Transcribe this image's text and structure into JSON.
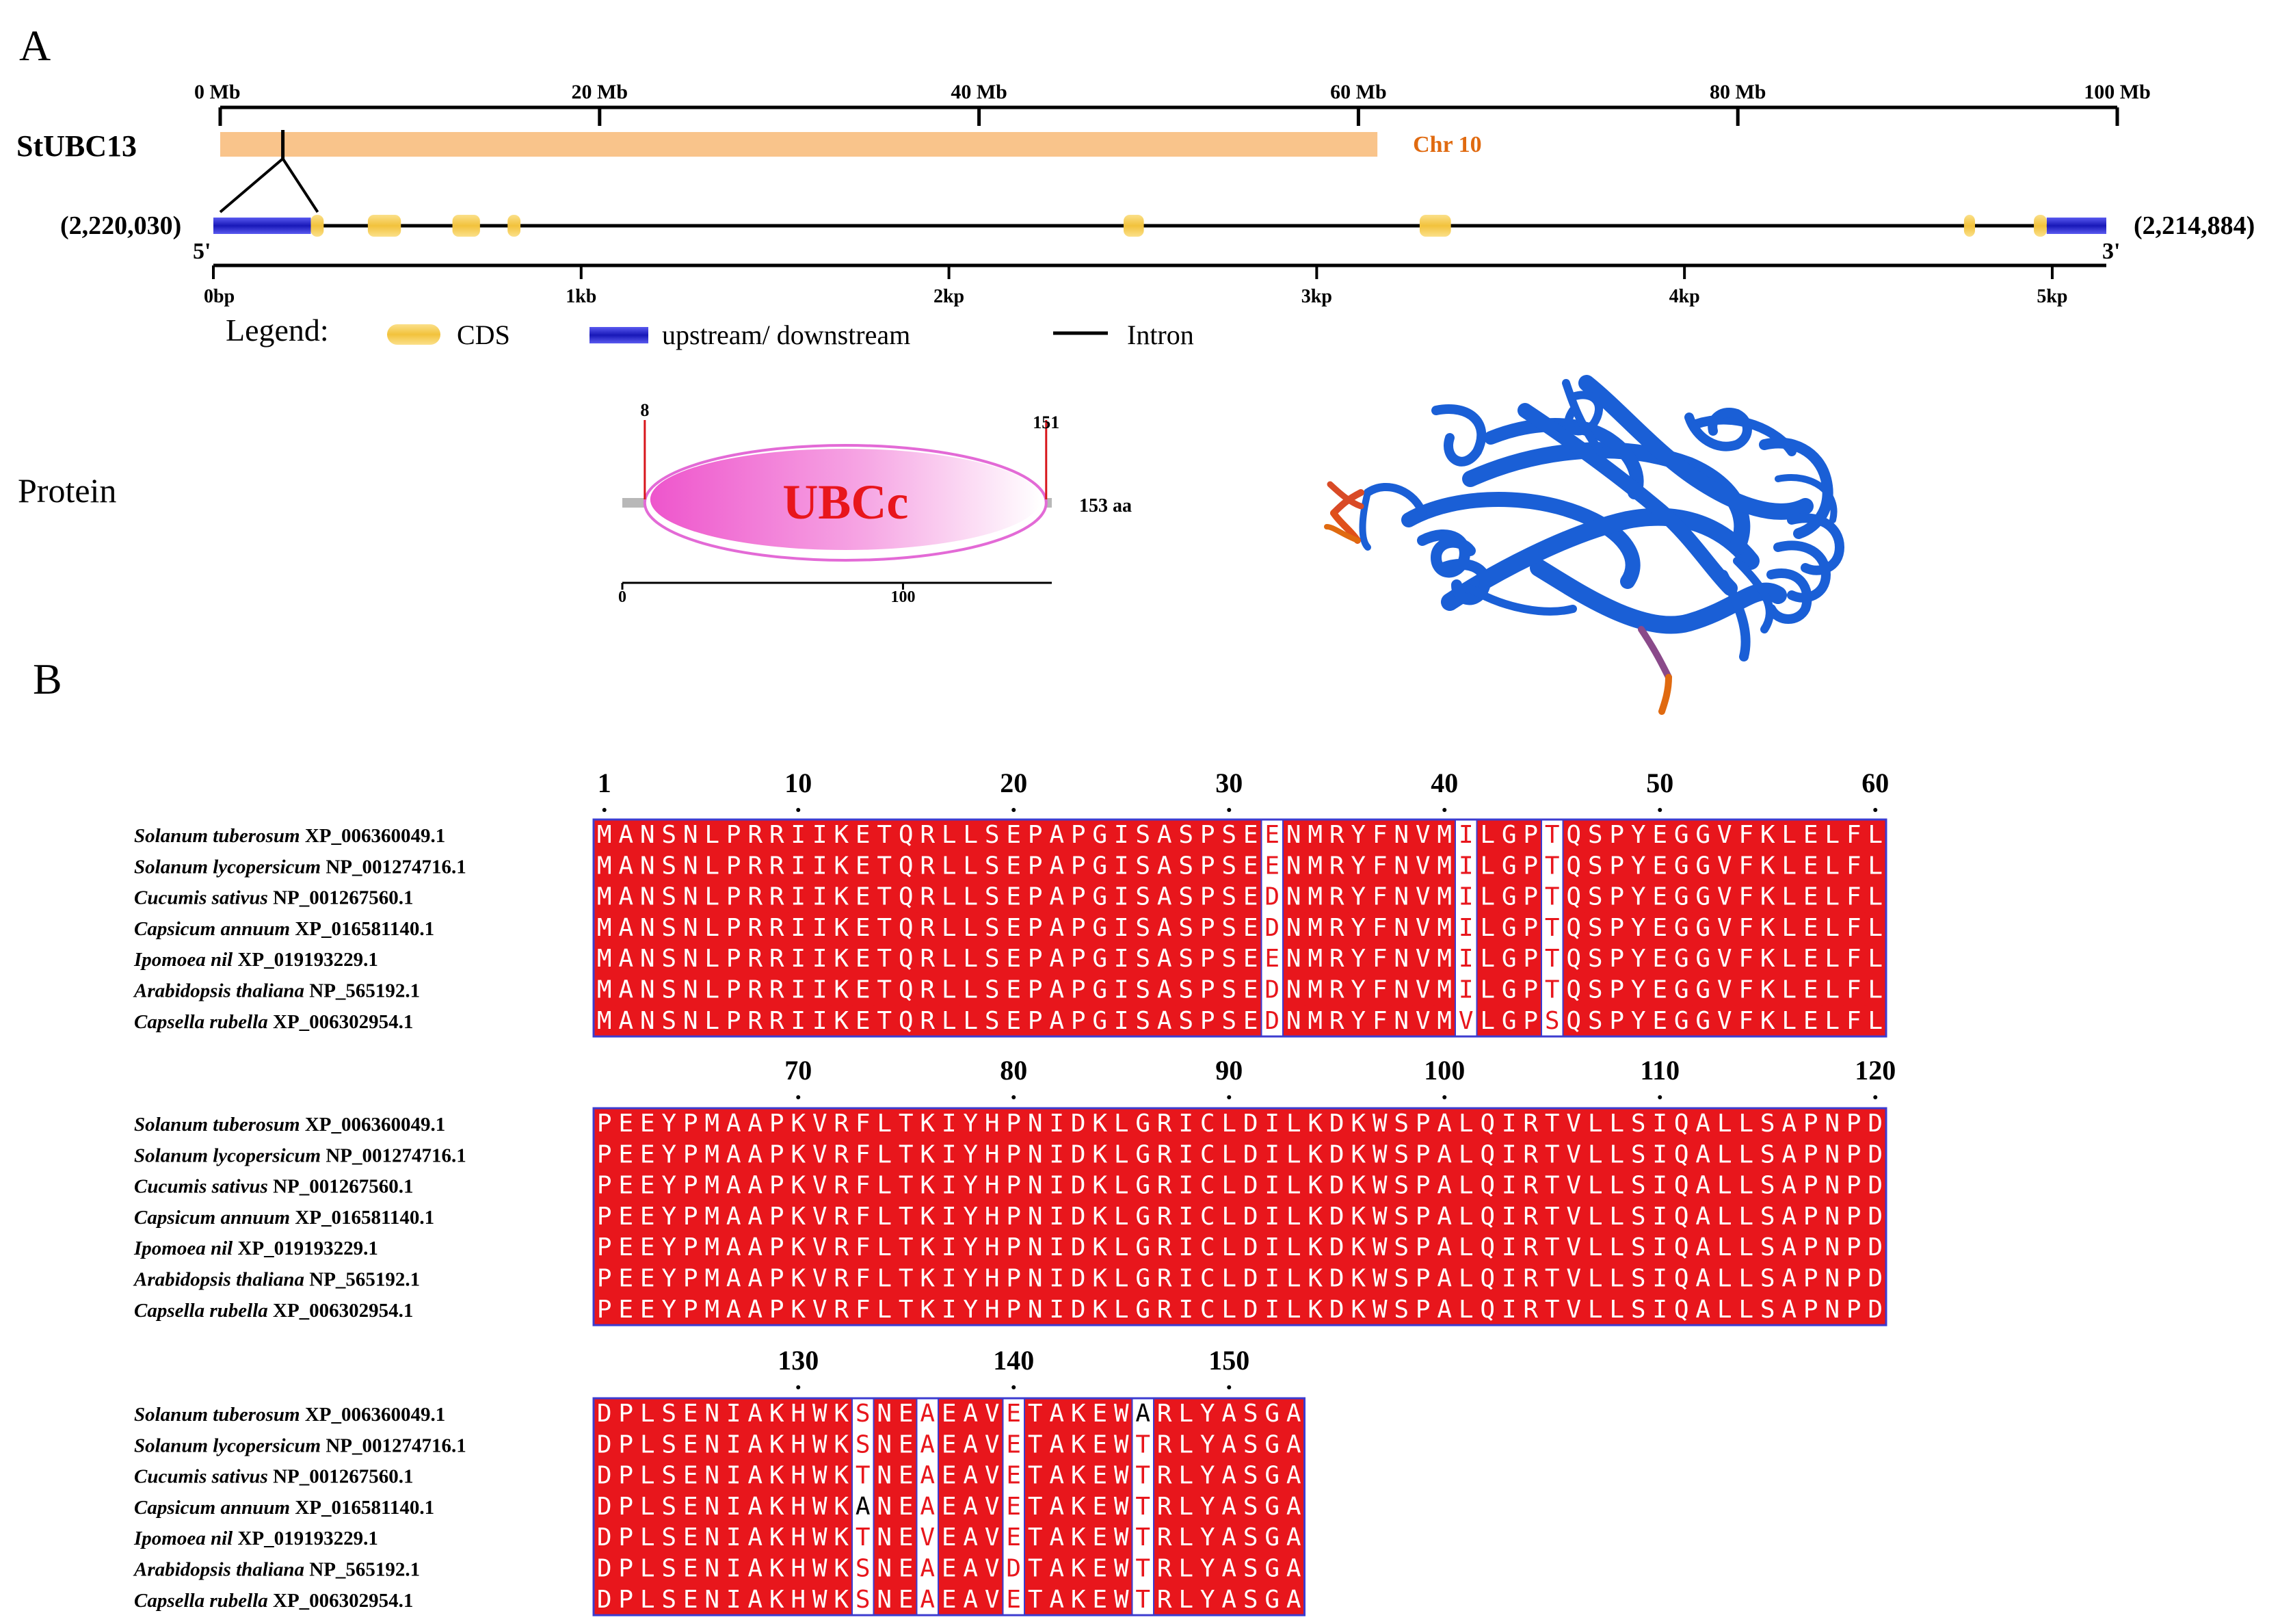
{
  "panel_a": {
    "label": "A",
    "gene": "StUBC13",
    "chromosome_ruler": {
      "ticks": [
        {
          "value": 0,
          "label": "0 Mb"
        },
        {
          "value": 20,
          "label": "20 Mb"
        },
        {
          "value": 40,
          "label": "40 Mb"
        },
        {
          "value": 60,
          "label": "60 Mb"
        },
        {
          "value": 80,
          "label": "80 Mb"
        },
        {
          "value": 100,
          "label": "100 Mb"
        }
      ],
      "max": 100,
      "chromosome_length": 61,
      "gene_position": 2.22,
      "chromosome_label": "Chr 10",
      "chromosome_color": "#f9c48b",
      "label_color": "#e06a10"
    },
    "gene_model": {
      "left_coord": "(2,220,030)",
      "right_coord": "(2,214,884)",
      "five_prime": "5'",
      "three_prime": "3'",
      "length_bp": 5147,
      "upstream": [
        0,
        265
      ],
      "downstream": [
        4985,
        5147
      ],
      "cds": [
        [
          265,
          300
        ],
        [
          420,
          510
        ],
        [
          650,
          725
        ],
        [
          800,
          835
        ],
        [
          2475,
          2530
        ],
        [
          3280,
          3365
        ],
        [
          4760,
          4790
        ],
        [
          4950,
          4985
        ]
      ],
      "ticks": [
        {
          "value": 0,
          "label": "0bp"
        },
        {
          "value": 1000,
          "label": "1kb"
        },
        {
          "value": 2000,
          "label": "2kp"
        },
        {
          "value": 3000,
          "label": "3kp"
        },
        {
          "value": 4000,
          "label": "4kp"
        },
        {
          "value": 5000,
          "label": "5kp"
        }
      ],
      "cds_color": "#f6cc55",
      "utr_color": "#2424c8"
    },
    "legend": {
      "title": "Legend:",
      "cds": "CDS",
      "utr": "upstream/ downstream",
      "intron": "Intron"
    },
    "protein": {
      "row_label": "Protein",
      "domain": "UBCc",
      "start": 8,
      "end": 151,
      "start_label": "8",
      "end_label": "151",
      "length": 153,
      "length_label": "153 aa",
      "axis_ticks": [
        {
          "value": 0,
          "label": "0"
        },
        {
          "value": 100,
          "label": "100"
        }
      ],
      "domain_text_color": "#e8161c",
      "domain_color": "#ee66cc"
    },
    "structure": {
      "name": "3d-structure",
      "ribbon_color": "#1a5fd6",
      "terminus_color": "#e0501a"
    }
  },
  "panel_b": {
    "label": "B",
    "species": [
      {
        "name": "Solanum tuberosum",
        "acc": "XP_006360049.1"
      },
      {
        "name": "Solanum lycopersicum",
        "acc": "NP_001274716.1"
      },
      {
        "name": "Cucumis sativus",
        "acc": "NP_001267560.1"
      },
      {
        "name": "Capsicum annuum",
        "acc": "XP_016581140.1"
      },
      {
        "name": "Ipomoea nil",
        "acc": "XP_019193229.1"
      },
      {
        "name": "Arabidopsis thaliana",
        "acc": "NP_565192.1"
      },
      {
        "name": "Capsella rubella",
        "acc": "XP_006302954.1"
      }
    ],
    "blocks": [
      {
        "start": 1,
        "ticks": [
          1,
          10,
          20,
          30,
          40,
          50,
          60
        ],
        "sequences": [
          "MANSNLPRRIIKETQRLLSEPAPGISASPSEENMRYFNVMILGPTQSPYEGGVFKLELFL",
          "MANSNLPRRIIKETQRLLSEPAPGISASPSEENMRYFNVMILGPTQSPYEGGVFKLELFL",
          "MANSNLPRRIIKETQRLLSEPAPGISASPSEDNMRYFNVMILGPTQSPYEGGVFKLELFL",
          "MANSNLPRRIIKETQRLLSEPAPGISASPSEDNMRYFNVMILGPTQSPYEGGVFKLELFL",
          "MANSNLPRRIIKETQRLLSEPAPGISASPSEENMRYFNVMILGPTQSPYEGGVFKLELFL",
          "MANSNLPRRIIKETQRLLSEPAPGISASPSEDNMRYFNVMILGPTQSPYEGGVFKLELFL",
          "MANSNLPRRIIKETQRLLSEPAPGISASPSEDNMRYFNVMVLGPSQSPYEGGVFKLELFL"
        ],
        "similar_columns": [
          31,
          40,
          44
        ],
        "different_cells": []
      },
      {
        "start": 61,
        "ticks": [
          70,
          80,
          90,
          100,
          110,
          120
        ],
        "sequences": [
          "PEEYPMAAPKVRFLTKIYHPNIDKLGRICLDILKDKWSPALQIRTVLLSIQALLSAPNPD",
          "PEEYPMAAPKVRFLTKIYHPNIDKLGRICLDILKDKWSPALQIRTVLLSIQALLSAPNPD",
          "PEEYPMAAPKVRFLTKIYHPNIDKLGRICLDILKDKWSPALQIRTVLLSIQALLSAPNPD",
          "PEEYPMAAPKVRFLTKIYHPNIDKLGRICLDILKDKWSPALQIRTVLLSIQALLSAPNPD",
          "PEEYPMAAPKVRFLTKIYHPNIDKLGRICLDILKDKWSPALQIRTVLLSIQALLSAPNPD",
          "PEEYPMAAPKVRFLTKIYHPNIDKLGRICLDILKDKWSPALQIRTVLLSIQALLSAPNPD",
          "PEEYPMAAPKVRFLTKIYHPNIDKLGRICLDILKDKWSPALQIRTVLLSIQALLSAPNPD"
        ],
        "similar_columns": [],
        "different_cells": []
      },
      {
        "start": 121,
        "ticks": [
          130,
          140,
          150
        ],
        "sequences": [
          "DPLSENIAKHWKSNEAEAVETAKEWARLYASGA",
          "DPLSENIAKHWKSNEAEAVETAKEWTRLYASGA",
          "DPLSENIAKHWKTNEAEAVETAKEWTRLYASGA",
          "DPLSENIAKHWKANEAEAVETAKEWTRLYASGA",
          "DPLSENIAKHWKTNEVEAVETAKEWTRLYASGA",
          "DPLSENIAKHWKSNEAEAVDTAKEWTRLYASGA",
          "DPLSENIAKHWKSNEAEAVETAKEWTRLYASGA"
        ],
        "similar_columns": [
          12,
          15,
          19,
          25
        ],
        "different_cells": [
          [
            0,
            25
          ],
          [
            3,
            12
          ]
        ]
      }
    ],
    "colors": {
      "identical_bg": "#e8161c",
      "identical_fg": "#ffffff",
      "similar_fg": "#e8161c",
      "frame": "#3c3cd0"
    }
  }
}
